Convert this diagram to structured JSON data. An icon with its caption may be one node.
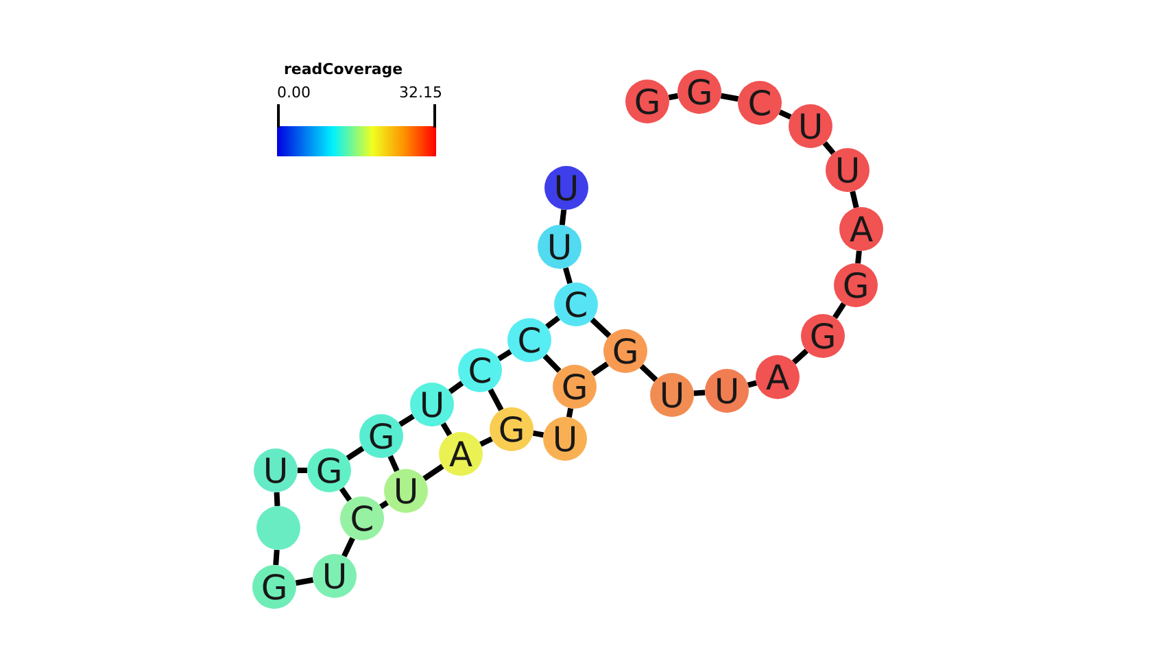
{
  "diagram": {
    "nodes": [
      {
        "text": [
          "U"
        ]
      },
      {
        "text": [
          "U"
        ]
      },
      {
        "text": [
          "C"
        ]
      },
      {
        "text": [
          "C"
        ]
      },
      {
        "text": [
          "C"
        ]
      },
      {
        "text": [
          "U"
        ]
      },
      {
        "text": [
          "G"
        ]
      },
      {
        "text": [
          "G"
        ]
      },
      {
        "text": [
          "U"
        ]
      },
      {
        "text": [],
        "shape": "circle"
      },
      {
        "text": [
          "G"
        ]
      },
      {
        "text": [
          "U"
        ]
      },
      {
        "text": [
          "C"
        ]
      },
      {
        "text": [
          "U"
        ]
      },
      {
        "text": [
          "A"
        ]
      },
      {
        "text": [
          "G"
        ]
      },
      {
        "text": [
          "U"
        ]
      },
      {
        "text": [
          "G"
        ]
      },
      {
        "text": [
          "G"
        ]
      },
      {
        "text": [
          "U"
        ]
      },
      {
        "text": [
          "U"
        ]
      },
      {
        "text": [
          "A"
        ]
      },
      {
        "text": [
          "G"
        ]
      },
      {
        "text": [
          "G"
        ]
      },
      {
        "text": [
          "A"
        ]
      },
      {
        "text": [
          "U"
        ]
      },
      {
        "text": [
          "U"
        ]
      },
      {
        "text": [
          "C"
        ]
      },
      {
        "text": [
          "G"
        ]
      },
      {
        "text": [
          "G"
        ]
      }
    ],
    "edges": [
      {
        "from": 0,
        "to": 1,
        "arrow": "none"
      },
      {
        "from": 1,
        "to": 2,
        "arrow": "none"
      },
      {
        "from": 2,
        "to": 3,
        "arrow": "none"
      },
      {
        "from": 3,
        "to": 4,
        "arrow": "none"
      },
      {
        "from": 4,
        "to": 5,
        "arrow": "none"
      },
      {
        "from": 5,
        "to": 6,
        "arrow": "none"
      },
      {
        "from": 6,
        "to": 7,
        "arrow": "none"
      },
      {
        "from": 7,
        "to": 8,
        "arrow": "none"
      },
      {
        "from": 8,
        "to": 9,
        "arrow": "none"
      },
      {
        "from": 9,
        "to": 10,
        "arrow": "none"
      },
      {
        "from": 10,
        "to": 11,
        "arrow": "none"
      },
      {
        "from": 11,
        "to": 12,
        "arrow": "none"
      },
      {
        "from": 12,
        "to": 13,
        "arrow": "none"
      },
      {
        "from": 13,
        "to": 14,
        "arrow": "none"
      },
      {
        "from": 14,
        "to": 15,
        "arrow": "none"
      },
      {
        "from": 15,
        "to": 16,
        "arrow": "none"
      },
      {
        "from": 16,
        "to": 17,
        "arrow": "none"
      },
      {
        "from": 17,
        "to": 18,
        "arrow": "none"
      },
      {
        "from": 18,
        "to": 19,
        "arrow": "none"
      },
      {
        "from": 19,
        "to": 20,
        "arrow": "none"
      },
      {
        "from": 20,
        "to": 21,
        "arrow": "none"
      },
      {
        "from": 21,
        "to": 22,
        "arrow": "none"
      },
      {
        "from": 22,
        "to": 23,
        "arrow": "none"
      },
      {
        "from": 23,
        "to": 24,
        "arrow": "none"
      },
      {
        "from": 24,
        "to": 25,
        "arrow": "none"
      },
      {
        "from": 25,
        "to": 26,
        "arrow": "none"
      },
      {
        "from": 26,
        "to": 27,
        "arrow": "none"
      },
      {
        "from": 27,
        "to": 28,
        "arrow": "none"
      },
      {
        "from": 28,
        "to": 29,
        "arrow": "none"
      },
      {
        "from": 2,
        "to": 18,
        "arrow": "none"
      },
      {
        "from": 3,
        "to": 17,
        "arrow": "none"
      },
      {
        "from": 4,
        "to": 15,
        "arrow": "none"
      },
      {
        "from": 5,
        "to": 14,
        "arrow": "none"
      },
      {
        "from": 6,
        "to": 13,
        "arrow": "none"
      },
      {
        "from": 7,
        "to": 12,
        "arrow": "none"
      }
    ],
    "labels": [
      "readCoverage",
      "0.00",
      "32.15"
    ]
  }
}
